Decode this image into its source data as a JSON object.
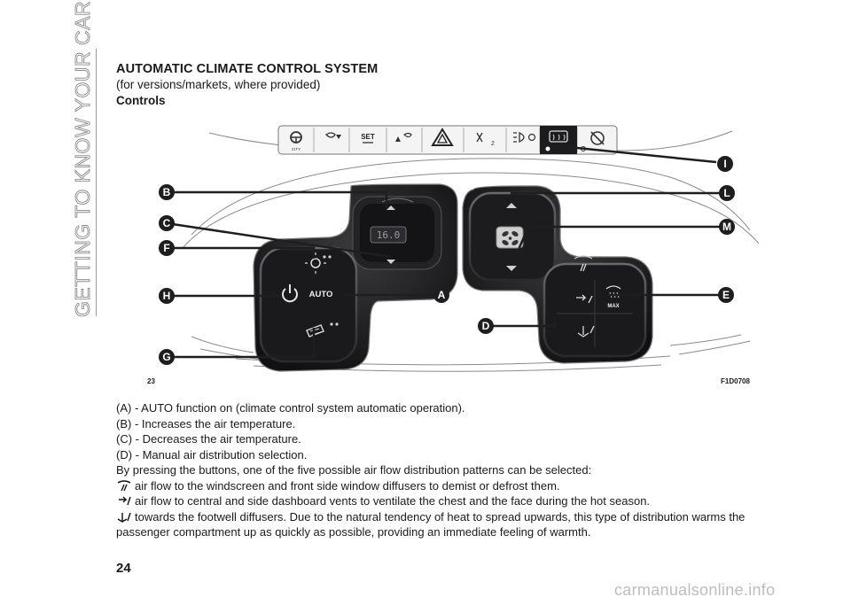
{
  "sidebar": {
    "chapter": "GETTING TO KNOW YOUR CAR"
  },
  "header": {
    "title": "AUTOMATIC CLIMATE CONTROL SYSTEM",
    "subtitle": "(for versions/markets, where provided)",
    "section": "Controls"
  },
  "figure": {
    "number": "23",
    "code": "F1D0708",
    "display_value": "16.0",
    "auto_label": "AUTO",
    "max_label": "MAX",
    "top_panel_labels": [
      "CITY",
      "SET"
    ],
    "callouts": [
      "A",
      "B",
      "C",
      "D",
      "E",
      "F",
      "G",
      "H",
      "I",
      "L",
      "M"
    ]
  },
  "body": {
    "items": [
      "(A) - AUTO function on (climate control system automatic operation).",
      "(B) - Increases the air temperature.",
      "(C) - Decreases the air temperature.",
      "(D) - Manual air distribution selection."
    ],
    "intro": "By pressing the buttons, one of the five possible air flow distribution patterns can be selected:",
    "mode_windscreen": "air flow to the windscreen and front side window diffusers to demist or defrost them.",
    "mode_vents": "air flow to central and side dashboard vents to ventilate the chest and the face during the hot season.",
    "mode_feet": "towards the footwell diffusers. Due to the natural tendency of heat to spread upwards, this type of distribution warms the passenger compartment up as quickly as possible, providing an immediate feeling of warmth."
  },
  "page_number": "24",
  "watermark": "carmanualsonline.info",
  "colors": {
    "callout_fill": "#1e1e1e",
    "panel_dark": "#1c1c1e",
    "button_highlight": "#d8d8d8"
  }
}
